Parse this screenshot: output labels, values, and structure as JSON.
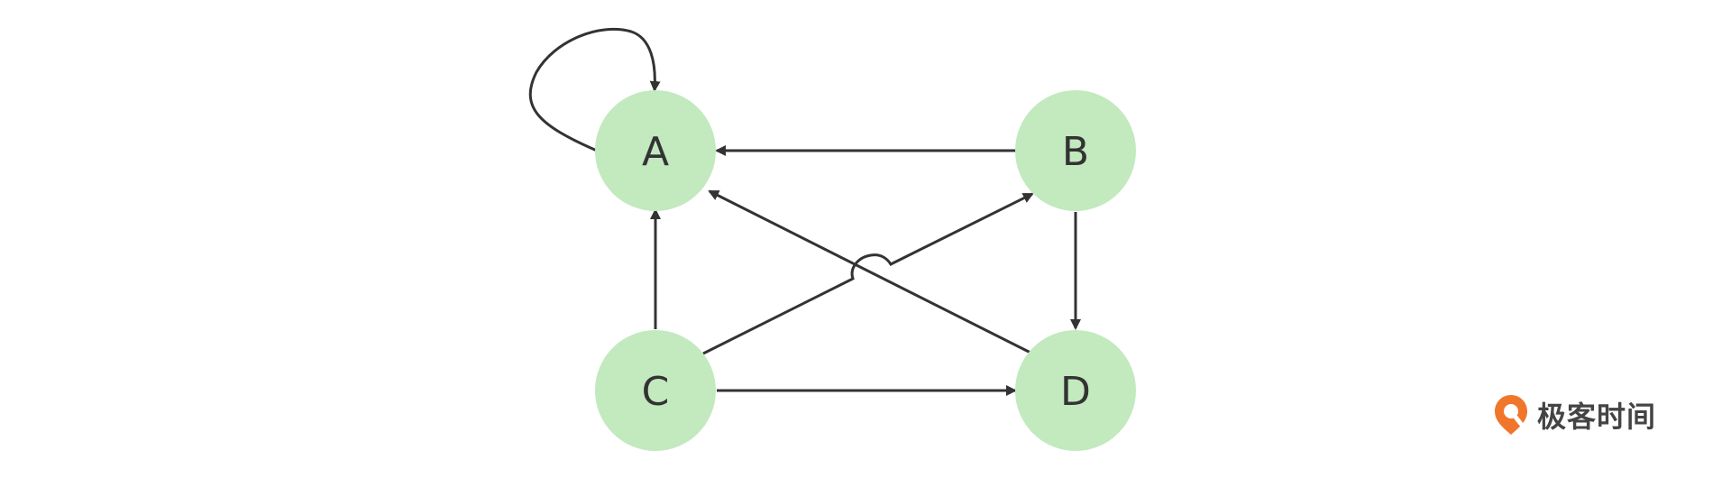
{
  "diagram": {
    "nodes": [
      {
        "id": "A",
        "label": "A"
      },
      {
        "id": "B",
        "label": "B"
      },
      {
        "id": "C",
        "label": "C"
      },
      {
        "id": "D",
        "label": "D"
      }
    ],
    "edges": [
      {
        "from": "A",
        "to": "A"
      },
      {
        "from": "B",
        "to": "A"
      },
      {
        "from": "C",
        "to": "A"
      },
      {
        "from": "D",
        "to": "A"
      },
      {
        "from": "C",
        "to": "B"
      },
      {
        "from": "B",
        "to": "D"
      },
      {
        "from": "C",
        "to": "D"
      }
    ],
    "colors": {
      "node_fill": "#c3e9bf",
      "edge": "#333333",
      "text": "#333333"
    }
  },
  "watermark": {
    "text": "极客时间",
    "icon": "geektime-logo-icon",
    "icon_color": "#f0762b"
  }
}
